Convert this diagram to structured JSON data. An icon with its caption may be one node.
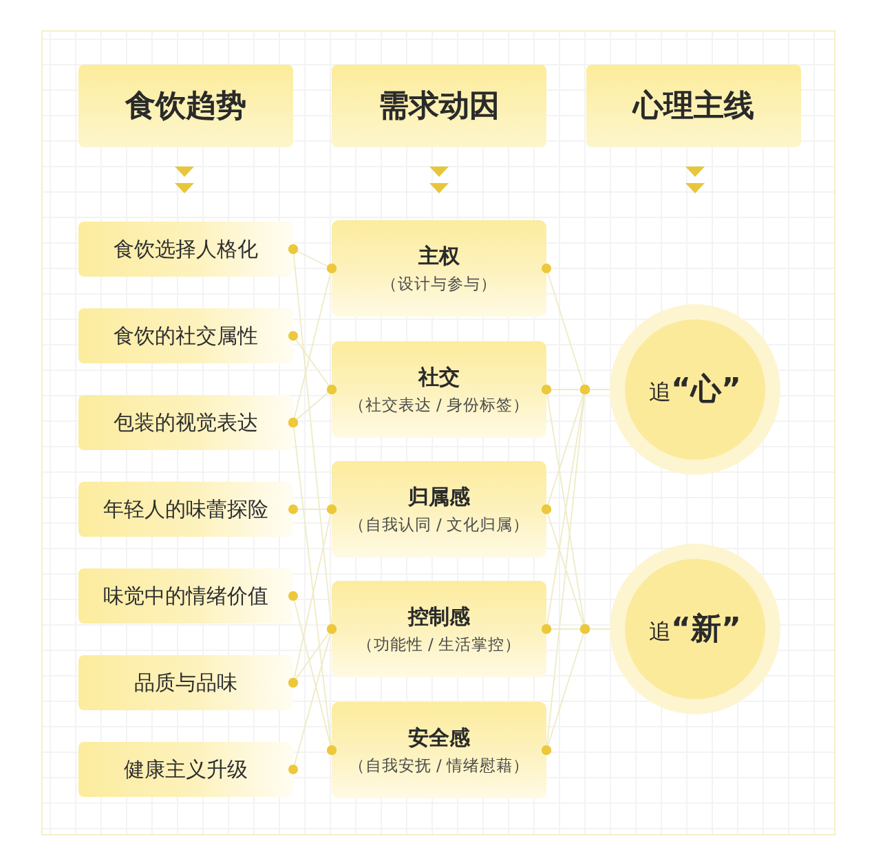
{
  "diagram": {
    "nodes": [
      {
        "text": [
          "食饮趋势"
        ]
      },
      {
        "text": [
          "需求动因"
        ]
      },
      {
        "text": [
          "心理主线"
        ]
      },
      {
        "text": [
          "食饮选择人格化"
        ]
      },
      {
        "text": [
          "食饮的社交属性"
        ]
      },
      {
        "text": [
          "包装的视觉表达"
        ]
      },
      {
        "text": [
          "年轻人的味蕾探险"
        ]
      },
      {
        "text": [
          "味觉中的情绪价值"
        ]
      },
      {
        "text": [
          "品质与品味"
        ]
      },
      {
        "text": [
          "健康主义升级"
        ]
      },
      {
        "text": [
          "主权",
          "（设计与参与）"
        ]
      },
      {
        "text": [
          "社交",
          "（社交表达 / 身份标签）"
        ]
      },
      {
        "text": [
          "归属感",
          "（自我认同 / 文化归属）"
        ]
      },
      {
        "text": [
          "控制感",
          "（功能性 / 生活掌控）"
        ]
      },
      {
        "text": [
          "安全感",
          "（自我安抚 / 情绪慰藉）"
        ]
      },
      {
        "text": [
          "追**“心”**"
        ]
      },
      {
        "text": [
          "追**“新”**"
        ]
      }
    ],
    "edges": [
      {
        "from": 3,
        "to": 10,
        "arrow": "other"
      },
      {
        "from": 3,
        "to": 13,
        "arrow": "other"
      },
      {
        "from": 4,
        "to": 11,
        "arrow": "other"
      },
      {
        "from": 5,
        "to": 10,
        "arrow": "other"
      },
      {
        "from": 5,
        "to": 11,
        "arrow": "other"
      },
      {
        "from": 5,
        "to": 14,
        "arrow": "other"
      },
      {
        "from": 6,
        "to": 12,
        "arrow": "other"
      },
      {
        "from": 7,
        "to": 14,
        "arrow": "other"
      },
      {
        "from": 8,
        "to": 12,
        "arrow": "other"
      },
      {
        "from": 8,
        "to": 13,
        "arrow": "other"
      },
      {
        "from": 9,
        "to": 13,
        "arrow": "other"
      },
      {
        "from": 10,
        "to": 15,
        "arrow": "other"
      },
      {
        "from": 11,
        "to": 15,
        "arrow": "other"
      },
      {
        "from": 11,
        "to": 16,
        "arrow": "other"
      },
      {
        "from": 12,
        "to": 15,
        "arrow": "other"
      },
      {
        "from": 12,
        "to": 16,
        "arrow": "other"
      },
      {
        "from": 13,
        "to": 15,
        "arrow": "other"
      },
      {
        "from": 13,
        "to": 16,
        "arrow": "other"
      },
      {
        "from": 14,
        "to": 15,
        "arrow": "other"
      },
      {
        "from": 14,
        "to": 16,
        "arrow": "other"
      }
    ]
  }
}
